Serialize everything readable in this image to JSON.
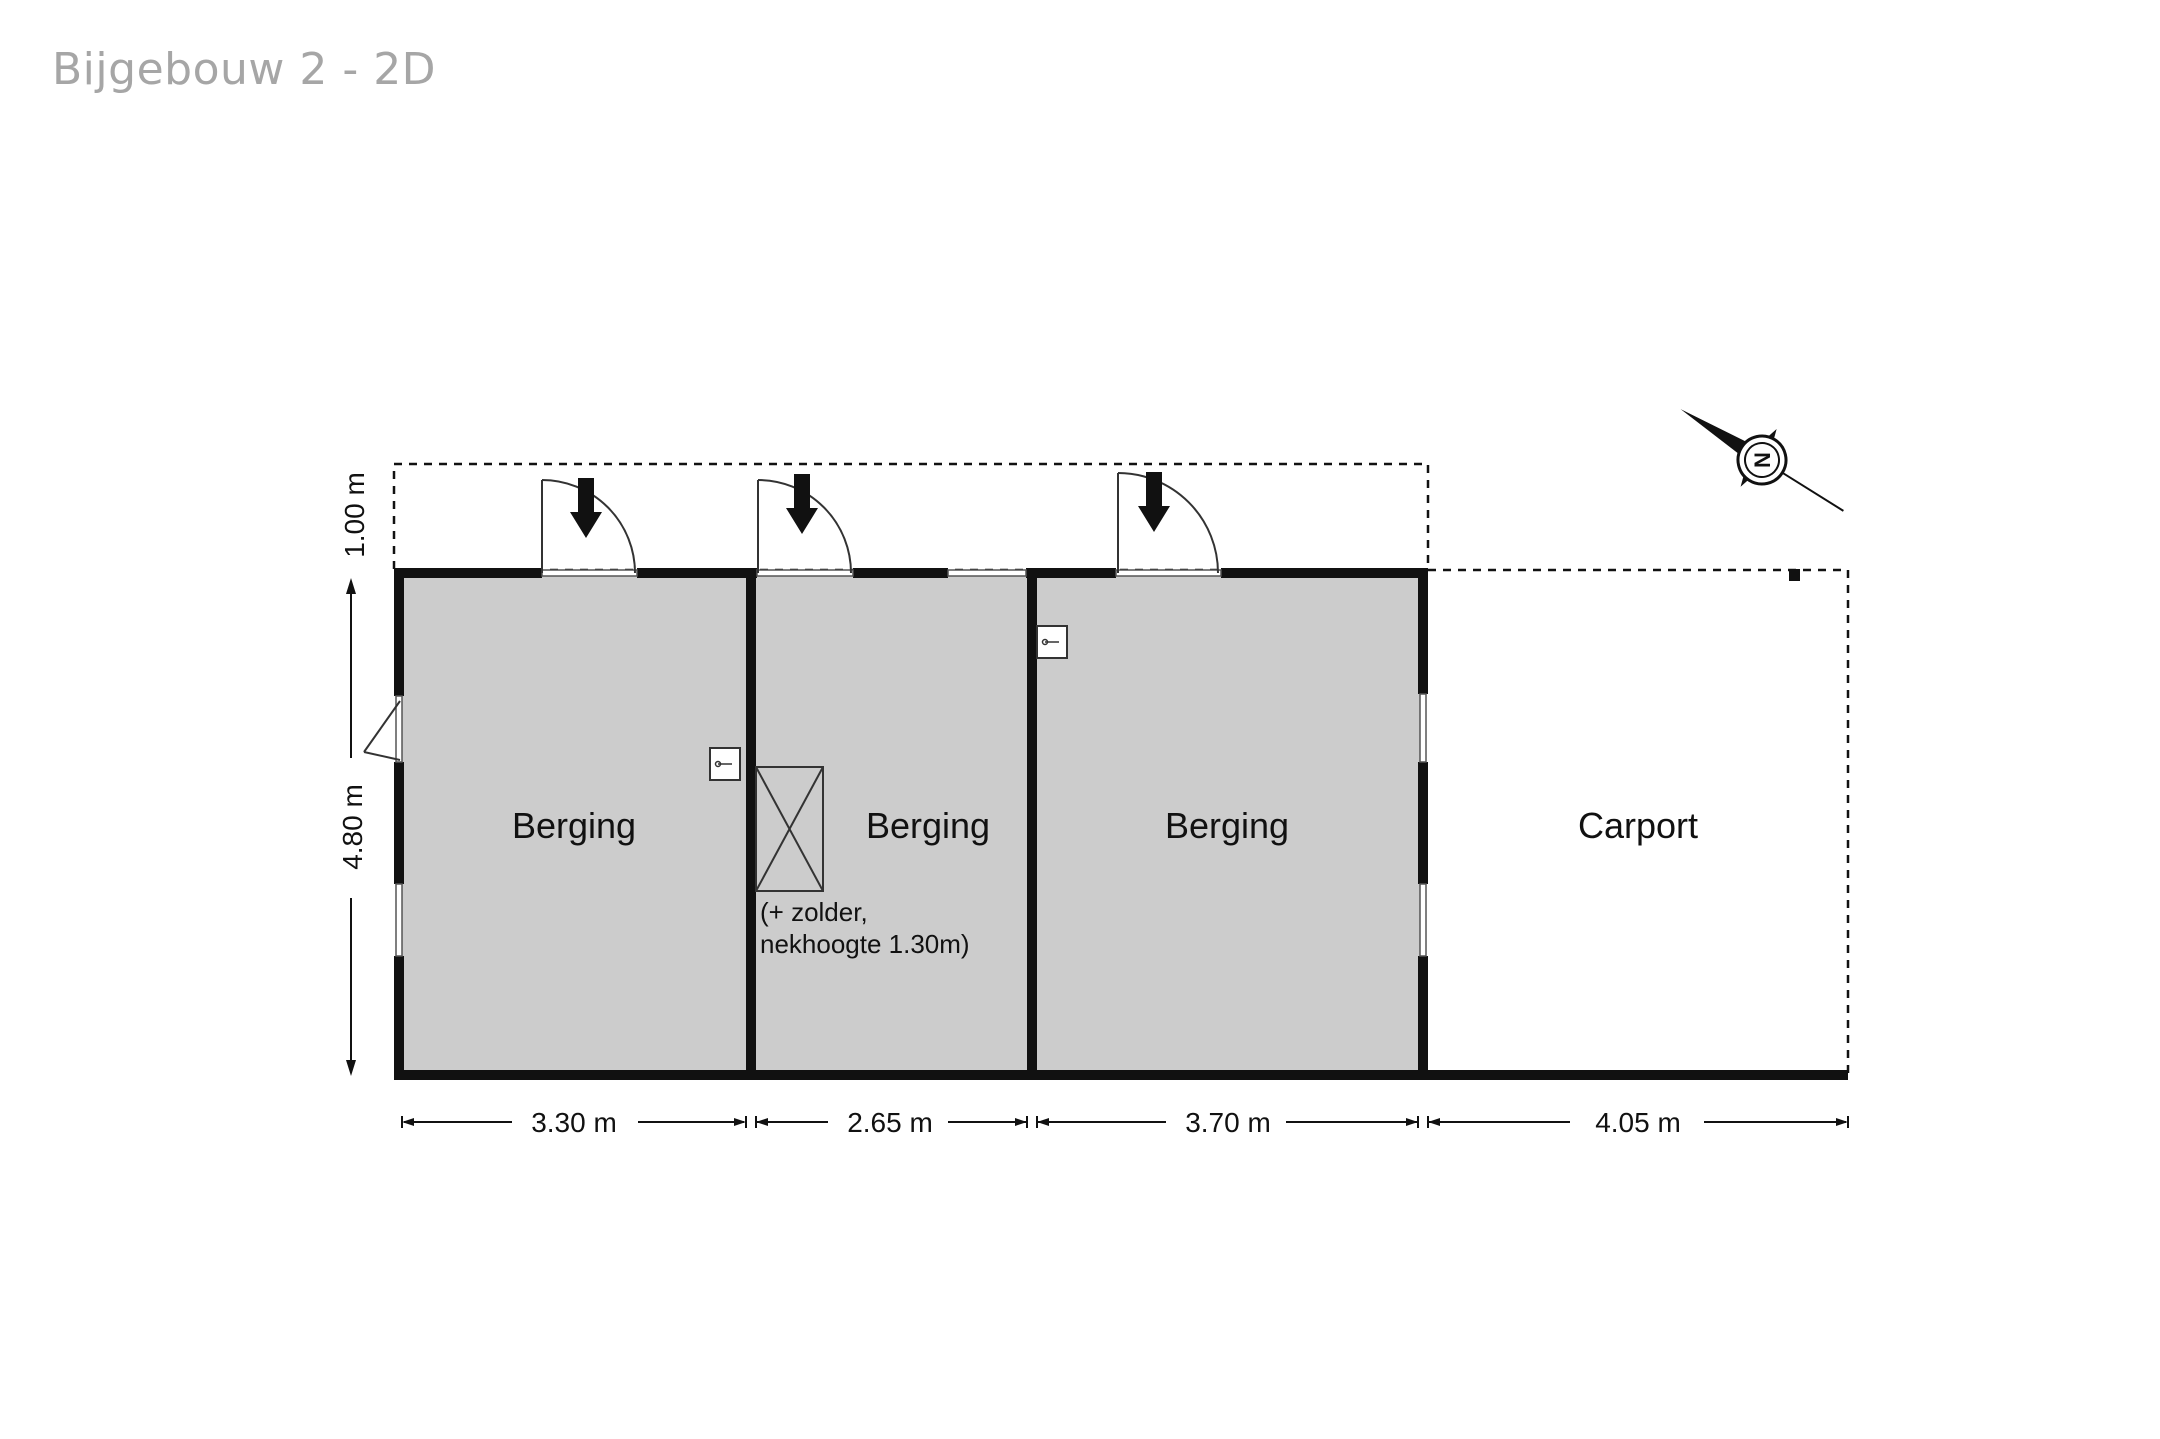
{
  "title": "Bijgebouw 2 - 2D",
  "rooms": [
    {
      "label": "Berging"
    },
    {
      "label": "Berging",
      "note_line1": "(+ zolder,",
      "note_line2": "nekhoogte 1.30m)"
    },
    {
      "label": "Berging"
    },
    {
      "label": "Carport"
    }
  ],
  "dimensions": {
    "overhang_depth": "1.00 m",
    "building_depth": "4.80 m",
    "widths": [
      "3.30 m",
      "2.65 m",
      "3.70 m",
      "4.05 m"
    ]
  },
  "compass": {
    "north_letter": "N"
  },
  "colors": {
    "room_fill": "#cccccc",
    "wall": "#111111",
    "title": "#a6a6a6",
    "background": "#ffffff"
  },
  "icons": [
    "entrance-arrow-icon",
    "light-switch-icon",
    "attic-hatch-icon",
    "compass-icon",
    "door-swing-icon",
    "window-icon"
  ]
}
